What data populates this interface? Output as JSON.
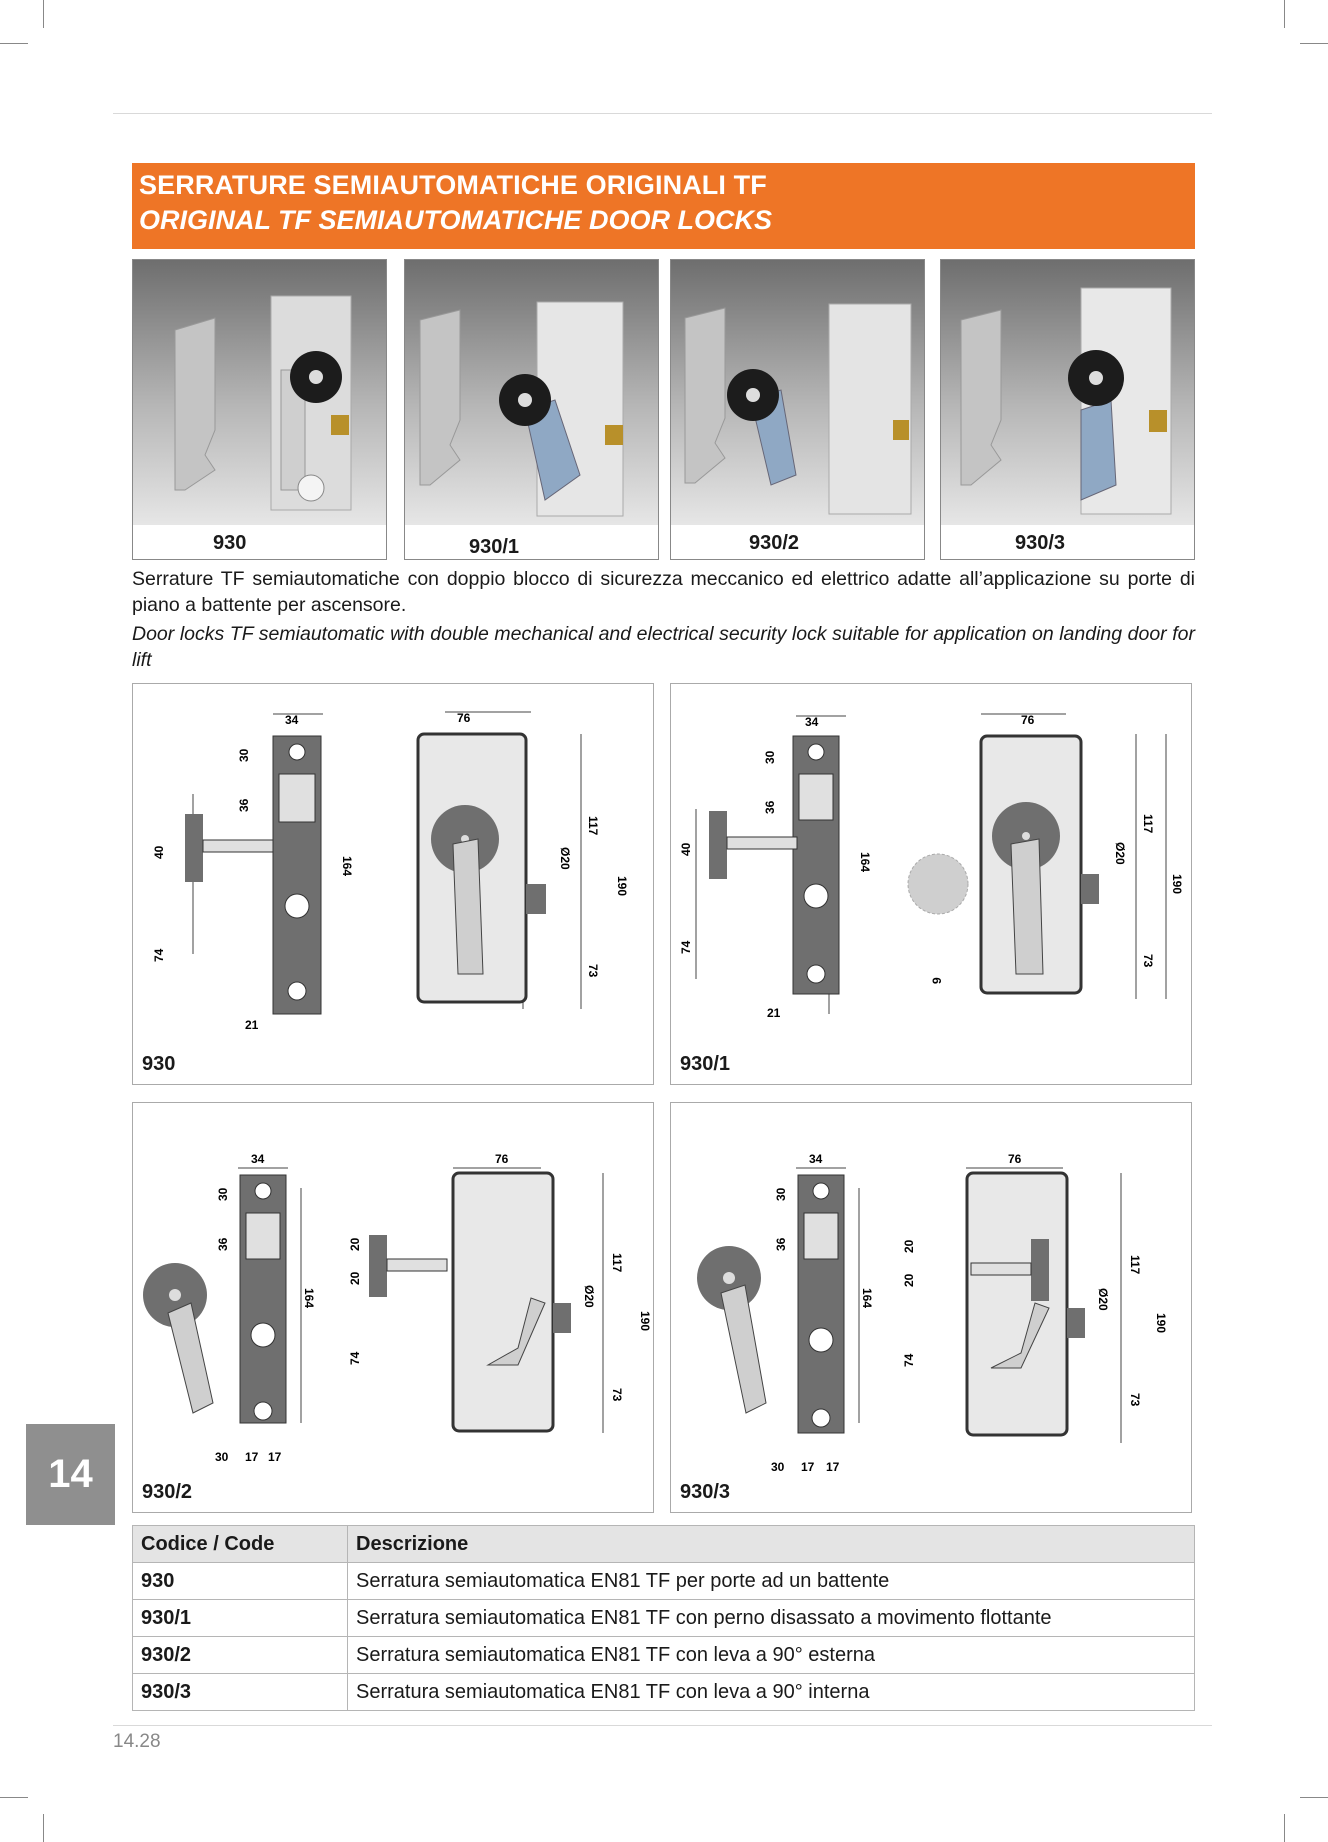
{
  "header": {
    "title_it": "SERRATURE SEMIAUTOMATICHE ORIGINALI TF",
    "title_en": "ORIGINAL TF SEMIAUTOMATICHE DOOR LOCKS"
  },
  "photos": [
    {
      "caption": "930"
    },
    {
      "caption": "930/1"
    },
    {
      "caption": "930/2"
    },
    {
      "caption": "930/3"
    }
  ],
  "description": {
    "it": "Serrature TF semiautomatiche con doppio blocco di sicurezza meccanico ed elettrico adatte all’applicazione su porte di piano a battente per ascensore.",
    "en": "Door locks TF semiautomatic with double mechanical and electrical security lock suitable for application on landing door for lift"
  },
  "drawings": [
    {
      "label": "930",
      "dims": {
        "w1": "34",
        "w2": "76",
        "a": "30",
        "b": "36",
        "c": "40",
        "d": "74",
        "e": "164",
        "f": "21",
        "g": "117",
        "h": "Ø20",
        "i": "190",
        "j": "73"
      }
    },
    {
      "label": "930/1",
      "dims": {
        "w1": "34",
        "w2": "76",
        "a": "30",
        "b": "36",
        "c": "40",
        "d": "74",
        "e": "164",
        "f": "21",
        "g": "117",
        "h": "Ø20",
        "i": "190",
        "j": "73",
        "k": "9"
      }
    },
    {
      "label": "930/2",
      "dims": {
        "w1": "34",
        "w2": "76",
        "a": "30",
        "b": "36",
        "e": "164",
        "x1": "30",
        "x2": "17",
        "x3": "17",
        "y1": "20",
        "y2": "20",
        "d": "74",
        "g": "117",
        "h": "Ø20",
        "i": "190",
        "j": "73"
      }
    },
    {
      "label": "930/3",
      "dims": {
        "w1": "34",
        "w2": "76",
        "a": "30",
        "b": "36",
        "e": "164",
        "x1": "30",
        "x2": "17",
        "x3": "17",
        "y1": "20",
        "y2": "20",
        "d": "74",
        "g": "117",
        "h": "Ø20",
        "i": "190",
        "j": "73"
      }
    }
  ],
  "table": {
    "headers": [
      "Codice / Code",
      "Descrizione"
    ],
    "rows": [
      {
        "code": "930",
        "desc": "Serratura semiautomatica EN81 TF per porte ad un battente"
      },
      {
        "code": "930/1",
        "desc": "Serratura semiautomatica EN81 TF con perno disassato a movimento flottante"
      },
      {
        "code": "930/2",
        "desc": "Serratura semiautomatica EN81 TF con leva a 90° esterna"
      },
      {
        "code": "930/3",
        "desc": "Serratura semiautomatica EN81 TF con leva a 90° interna"
      }
    ]
  },
  "side_tab": "14",
  "page_number": "14.28",
  "colors": {
    "accent": "#ee7526",
    "tab": "#8f8f8f"
  }
}
